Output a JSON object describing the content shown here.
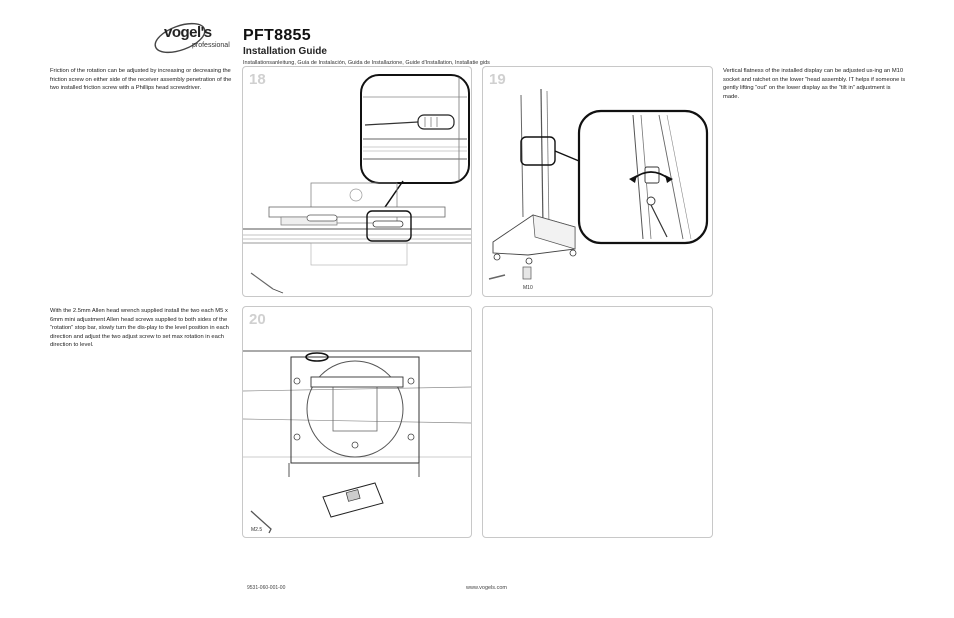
{
  "brand": {
    "name": "vogel's",
    "tagline": "professional"
  },
  "header": {
    "product": "PFT8855",
    "subtitle": "Installation Guide",
    "languages": "Installationsanleitung, Guía de Instalación, Guida de Installazione, Guide d'Installation, Installatie gids"
  },
  "text_left_top": "Friction of the rotation can be adjusted by increasing or decreasing the friction screw on either side of the receiver assembly penetration  of the two installed friction screw with a Phillips head screwdriver.",
  "text_left_bottom": "With the 2.5mm Allen head wrench supplied install the two each M5 x 6mm mini adjustment Allen head screws supplied to both sides of the “rotation” stop bar, slowly turn the dis-play to the level position in each direction and adjust the two adjust screw to set max rotation in each direction to level.",
  "text_right": "Vertical flatness of the installed display can be adjusted us-ing an M10 socket and ratchet on the lower “head assembly. IT helps if someone is gently lifting “out” on the lower display as the “tilt in” adjustment is made.",
  "panels": {
    "p18": {
      "number": "18"
    },
    "p19": {
      "number": "19",
      "tool_label": "M10"
    },
    "p20": {
      "number": "20",
      "tool_label": "M2.5"
    }
  },
  "footer": {
    "code": "9531-060-001-00",
    "url": "www.vogels.com"
  }
}
